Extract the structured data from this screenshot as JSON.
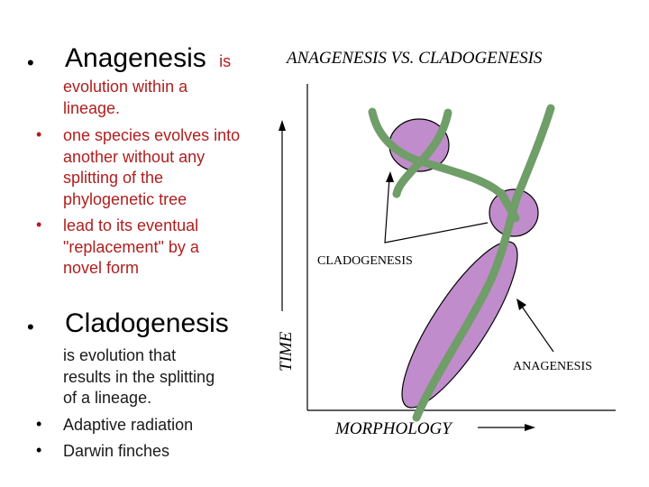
{
  "left": {
    "anagenesis": {
      "heading": "Anagenesis",
      "heading_tail": "is",
      "definition_lines": [
        "evolution within a",
        "lineage."
      ],
      "bullets": [
        {
          "lines": [
            "one species evolves into",
            "another without any",
            "splitting of the",
            "phylogenetic tree"
          ]
        },
        {
          "lines": [
            "lead to its eventual",
            "\"replacement\" by a",
            "novel form"
          ]
        }
      ]
    },
    "cladogenesis": {
      "heading": "Cladogenesis",
      "definition_lines": [
        "is evolution that",
        "results in the splitting",
        "of a lineage."
      ],
      "bullets": [
        {
          "lines": [
            "Adaptive radiation"
          ]
        },
        {
          "lines": [
            "Darwin finches"
          ]
        }
      ]
    }
  },
  "diagram": {
    "title": "ANAGENESIS VS. CLADOGENESIS",
    "y_axis_label": "TIME",
    "x_axis_label": "MORPHOLOGY",
    "label_cladogenesis": "CLADOGENESIS",
    "label_anagenesis": "ANAGENESIS",
    "colors": {
      "lineage": "#6f9e68",
      "blob": "#c08ccb",
      "outline": "#000000"
    }
  }
}
